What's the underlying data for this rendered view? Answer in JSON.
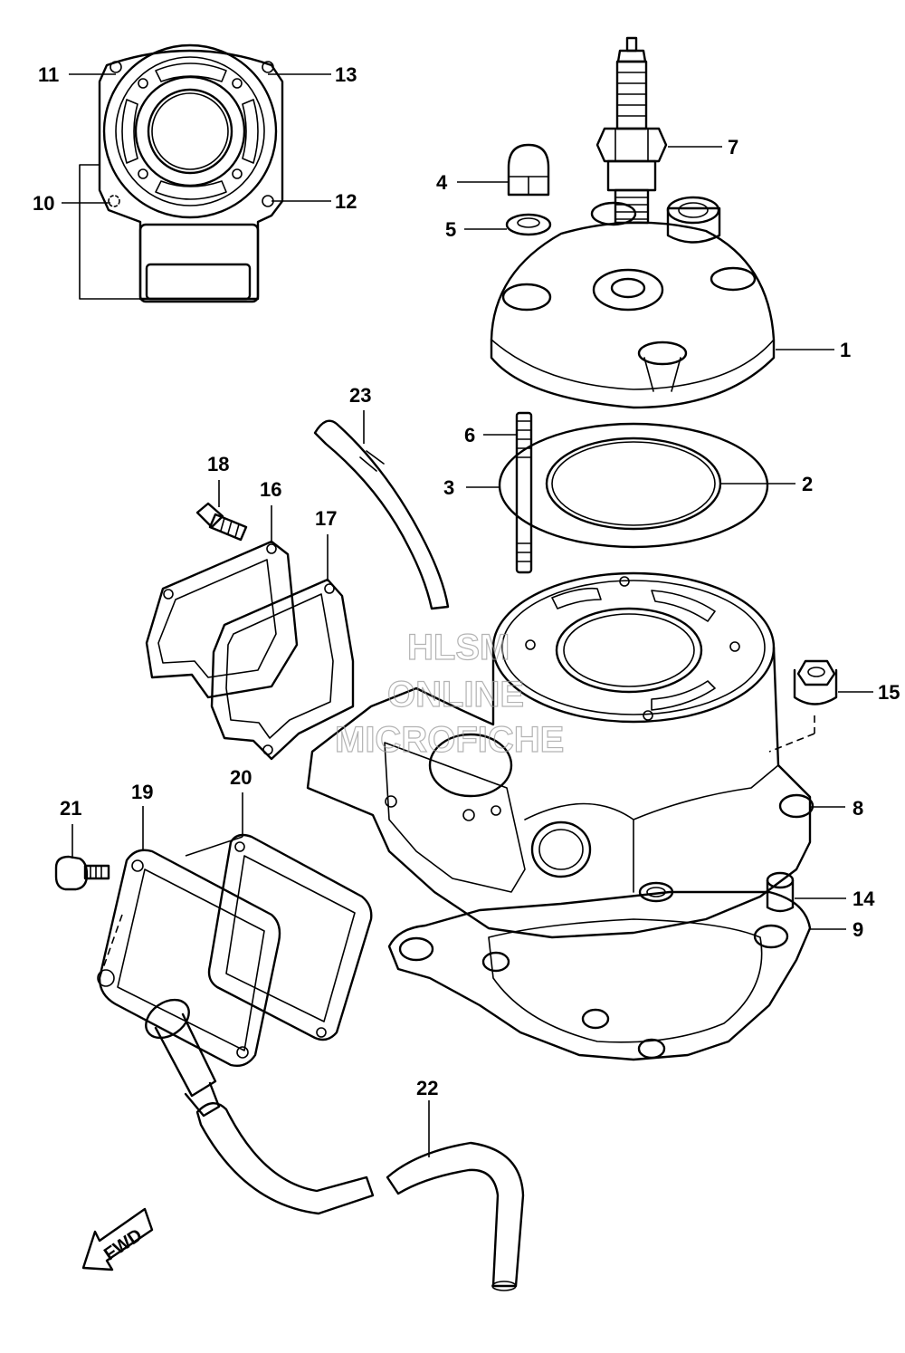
{
  "callouts": {
    "c1": "1",
    "c2": "2",
    "c3": "3",
    "c4": "4",
    "c5": "5",
    "c6": "6",
    "c7": "7",
    "c8": "8",
    "c9": "9",
    "c10": "10",
    "c11": "11",
    "c12": "12",
    "c13": "13",
    "c14": "14",
    "c15": "15",
    "c16": "16",
    "c17": "17",
    "c18": "18",
    "c19": "19",
    "c20": "20",
    "c21": "21",
    "c22": "22",
    "c23": "23"
  },
  "watermark": {
    "line1": "HLSM",
    "line2": "ONLINE",
    "line3": "MICROFICHE"
  },
  "direction_arrow": {
    "label": "FWD",
    "icon": "fwd-arrow-icon"
  },
  "colors": {
    "ink": "#000000",
    "background": "#ffffff",
    "watermark": "#9a9a9a"
  }
}
